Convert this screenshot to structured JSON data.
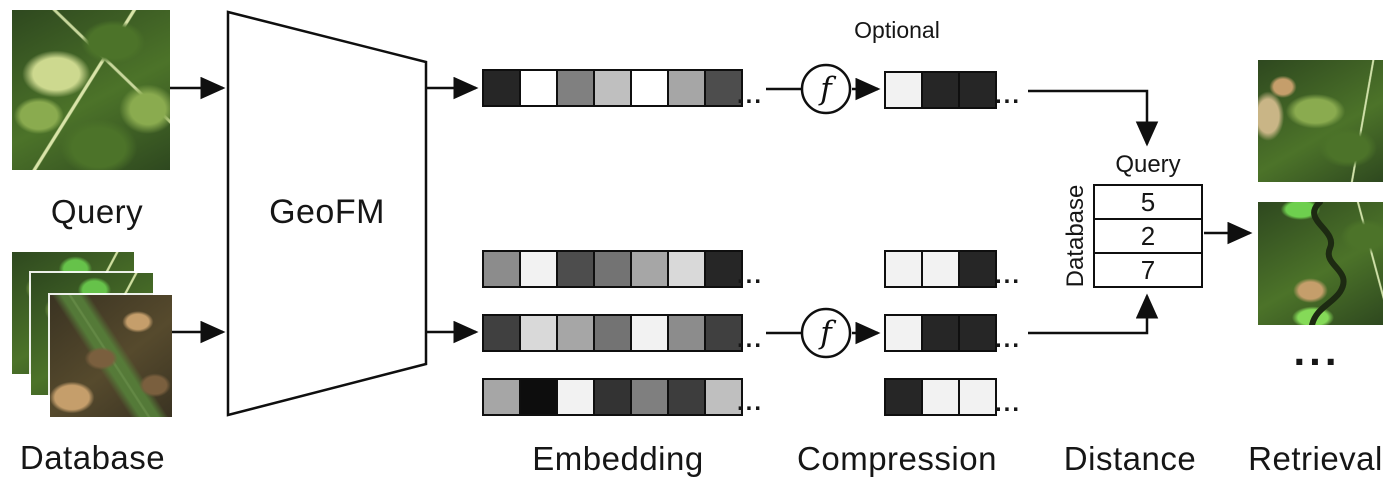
{
  "labels": {
    "query": "Query",
    "database": "Database",
    "model": "GeoFM",
    "optional": "Optional",
    "embedding": "Embedding",
    "compression": "Compression",
    "distance": "Distance",
    "retrieval": "Retrieval"
  },
  "function_symbol": "f",
  "ellipsis": "...",
  "palette": {
    "forest-dark": "#2e481f",
    "forest-mid": "#4c7329",
    "forest-light": "#8aab4f",
    "forest-pale": "#cdd98f",
    "field-tan": "#c9b586",
    "soil-dark": "#3a3322",
    "soil-brown": "#7a5f3e",
    "soil-tan": "#c59e6b",
    "river-dark": "#1d2a12"
  },
  "embedding_rows": {
    "query": [
      "#262626",
      "#ffffff",
      "#808080",
      "#bfbfbf",
      "#ffffff",
      "#a6a6a6",
      "#4d4d4d"
    ],
    "db1": [
      "#8c8c8c",
      "#f2f2f2",
      "#4d4d4d",
      "#737373",
      "#a6a6a6",
      "#d9d9d9",
      "#262626"
    ],
    "db2": [
      "#404040",
      "#d9d9d9",
      "#a6a6a6",
      "#737373",
      "#f2f2f2",
      "#8c8c8c",
      "#404040"
    ],
    "db3": [
      "#a6a6a6",
      "#0d0d0d",
      "#f2f2f2",
      "#333333",
      "#7f7f7f",
      "#3d3d3d",
      "#bfbfbf"
    ]
  },
  "compressed_rows": {
    "query": [
      "#f2f2f2",
      "#262626",
      "#262626"
    ],
    "db1": [
      "#f2f2f2",
      "#f2f2f2",
      "#262626"
    ],
    "db2": [
      "#f2f2f2",
      "#262626",
      "#262626"
    ],
    "db3": [
      "#262626",
      "#f2f2f2",
      "#f2f2f2"
    ]
  },
  "distance_table": {
    "col_label": "Query",
    "row_label": "Database",
    "values": [
      "5",
      "2",
      "7"
    ]
  }
}
